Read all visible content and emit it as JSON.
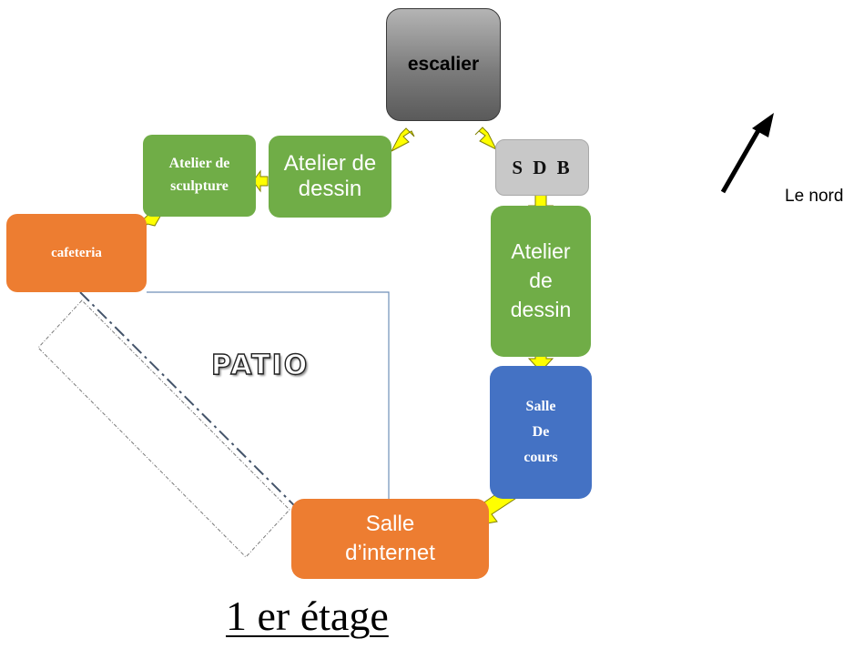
{
  "rooms": {
    "escalier": "escalier",
    "sdb": "S D B",
    "atelier_dessin_west": [
      "Atelier de",
      "dessin"
    ],
    "atelier_sculpture": [
      "Atelier de",
      "sculpture"
    ],
    "cafeteria": "cafeteria",
    "atelier_dessin_east": [
      "Atelier",
      "de",
      "dessin"
    ],
    "salle_cours": [
      "Salle",
      "De",
      "cours"
    ],
    "salle_internet": [
      "Salle",
      "d’internet"
    ]
  },
  "patio_label": "PATIO",
  "compass": {
    "label": "Le nord",
    "icon": "north-arrow-icon"
  },
  "floor_title": "1 er étage",
  "colors": {
    "green": "#70ad47",
    "orange": "#ed7d31",
    "blue": "#4472c4",
    "arrow_fill": "#ffff00",
    "arrow_stroke": "#8a8a00"
  }
}
